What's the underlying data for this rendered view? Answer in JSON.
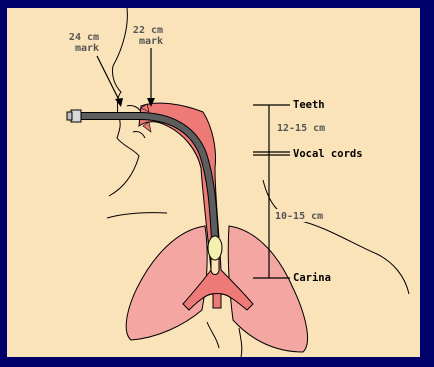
{
  "labels": {
    "mark_24": [
      "24 cm",
      "mark"
    ],
    "mark_22": [
      "22 cm",
      "mark"
    ],
    "teeth": "Teeth",
    "teeth_to_cords": "12-15 cm",
    "vocal_cords": "Vocal cords",
    "cords_to_carina": "10-15 cm",
    "carina": "Carina"
  },
  "colors": {
    "frame": "#00006b",
    "background": "#fbe3b9",
    "lung": "#f4a7a2",
    "airway": "#ee7a78",
    "tube": "#5d5d5d",
    "cuff": "#f4f1b0"
  }
}
